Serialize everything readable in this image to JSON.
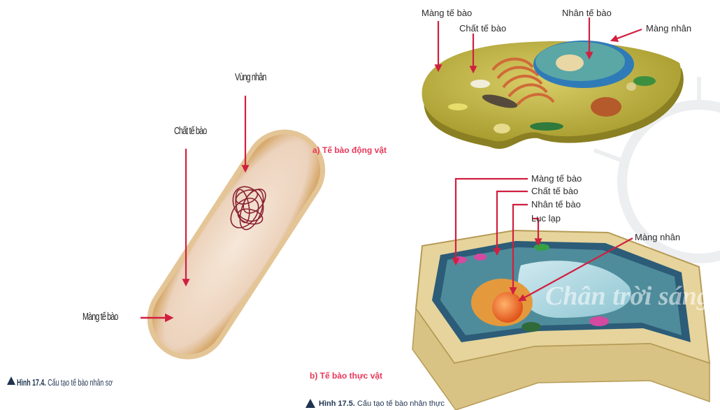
{
  "figure_174": {
    "labels": {
      "vung_nhan": "Vùng nhân",
      "chat_te_bao": "Chất tế bào",
      "mang_te_bao": "Màng tế bào"
    },
    "caption_number": "Hình 17.4.",
    "caption_text": "Cấu tạo tế bào nhân sơ"
  },
  "figure_175a": {
    "labels": {
      "mang_te_bao": "Màng tế bào",
      "chat_te_bao": "Chất tế bào",
      "nhan_te_bao": "Nhân tế bào",
      "mang_nhan": "Màng nhân"
    },
    "subtitle": "a) Tế bào động vật"
  },
  "figure_175b": {
    "labels": {
      "mang_te_bao": "Màng tế bào",
      "chat_te_bao": "Chất tế bào",
      "nhan_te_bao": "Nhân tế bào",
      "luc_lap": "Lục lạp",
      "mang_nhan": "Màng nhân"
    },
    "subtitle": "b) Tế bào thực vật"
  },
  "caption_175": {
    "number": "Hình 17.5.",
    "text": "Cấu tạo tế bào nhân thực"
  },
  "watermark": "Chân trời sáng tạo",
  "colors": {
    "arrow": "#d11f3f",
    "subtitle": "#e8375a",
    "caption": "#1f3350",
    "prokaryote_fill": "#f2dcc8",
    "animal_cytoplasm": "#c9b949",
    "plant_wall": "#e6d49c"
  }
}
